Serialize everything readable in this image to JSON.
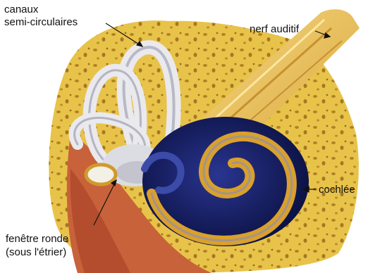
{
  "labels": {
    "semicircular_line1": "canaux",
    "semicircular_line2": "semi-circulaires",
    "nerve": "nerf auditif",
    "cochlea": "cochlée",
    "round_window_line1": "fenêtre ronde",
    "round_window_line2": "(sous l'étrier)"
  },
  "colors": {
    "bone": "#e8c34a",
    "bone_pores": "#a9751f",
    "tissue": "#c8623a",
    "canals": "#e9e9ee",
    "cochlea_dark": "#111a5c",
    "cochlea_spiral": "#d9a02c",
    "nerve": "#f1cc62",
    "leader": "#111111"
  }
}
